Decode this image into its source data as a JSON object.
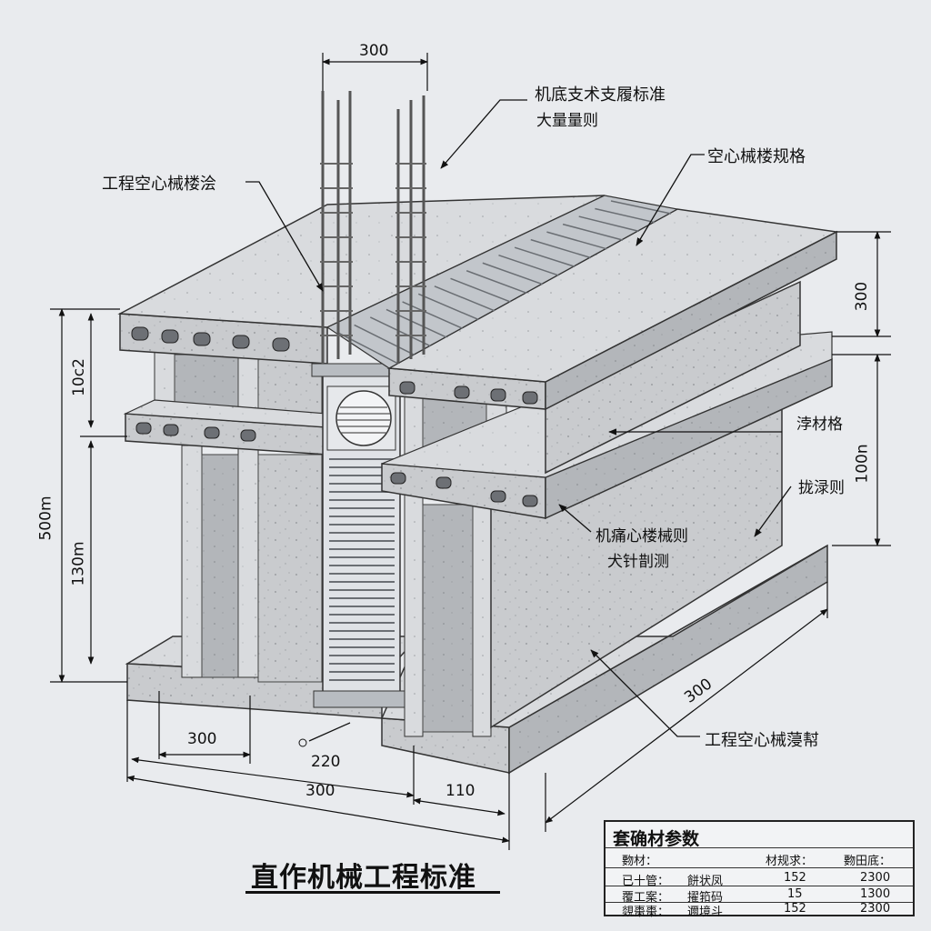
{
  "drawing": {
    "title": "直作机械工程标准",
    "callouts": {
      "top_right_main": "机底支术支履标准",
      "top_right_sub": "大量量则",
      "right_upper": "空心械楼规格",
      "left_upper": "工程空心械楼浍",
      "right_middle": "浡材格",
      "right_middle2": "拢渌则",
      "center_main": "机痛心楼械则",
      "center_sub": "犬针剒测",
      "bottom_right": "工程空心械蓡幇"
    },
    "dimensions": {
      "top_width": "300",
      "right_top_height": "300",
      "right_main_height": "100n",
      "left_upper_height": "10c2",
      "left_total_height": "500m",
      "left_lower_height": "130m",
      "bottom_left_width": "300",
      "bottom_mid": "220",
      "bottom_total": "300",
      "bottom_right_small": "110",
      "bottom_diag": "300"
    },
    "spec_table": {
      "title": "套确材参数",
      "headers": [
        "覅材：",
        "材规求：",
        "覅田底："
      ],
      "rows": [
        [
          "已十管：",
          "餅状凤",
          "152",
          "2300"
        ],
        [
          "覆工案：",
          "擢筘码",
          "15",
          "1300"
        ],
        [
          "覢棗棗：",
          "邇境斗",
          "152",
          "2300"
        ]
      ]
    }
  }
}
